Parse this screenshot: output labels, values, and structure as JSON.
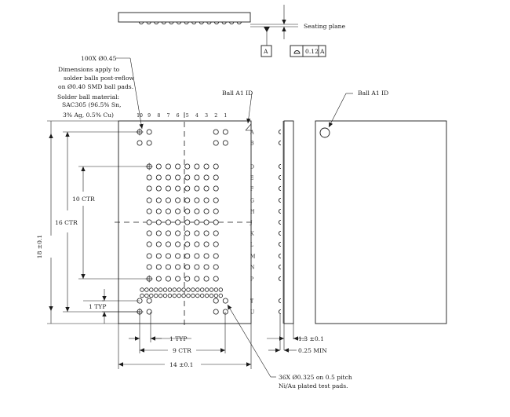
{
  "seating": {
    "label": "Seating plane",
    "datum": "A",
    "tolerance": "0.12",
    "tolerance_ref": "A"
  },
  "notes": {
    "ball_count": "100X Ø0.45",
    "lines": [
      "Dimensions apply to",
      "solder balls post-reflow",
      "on Ø0.40 SMD ball pads.",
      "Solder ball material:",
      "SAC305 (96.5% Sn,",
      "3% Ag, 0.5% Cu)"
    ]
  },
  "ball_a1_top": "Ball A1 ID",
  "ball_a1_side": "Ball A1 ID",
  "columns": [
    "10",
    "9",
    "8",
    "7",
    "6",
    "5",
    "4",
    "3",
    "2",
    "1"
  ],
  "rows": [
    "A",
    "B",
    "D",
    "E",
    "F",
    "G",
    "H",
    "J",
    "K",
    "L",
    "M",
    "N",
    "P",
    "T",
    "U"
  ],
  "dims": {
    "height_total": "18 ±0.1",
    "height_16": "16 CTR",
    "height_10": "10 CTR",
    "typ_1_left": "1 TYP",
    "typ_1_bottom": "1 TYP",
    "width_9": "9 CTR",
    "width_14": "14 ±0.1",
    "thickness": "1.3 ±0.1",
    "standoff": "0.25 MIN"
  },
  "test_pads": {
    "line1": "36X Ø0.325 on 0.5 pitch",
    "line2": "Ni/Au plated test pads."
  }
}
